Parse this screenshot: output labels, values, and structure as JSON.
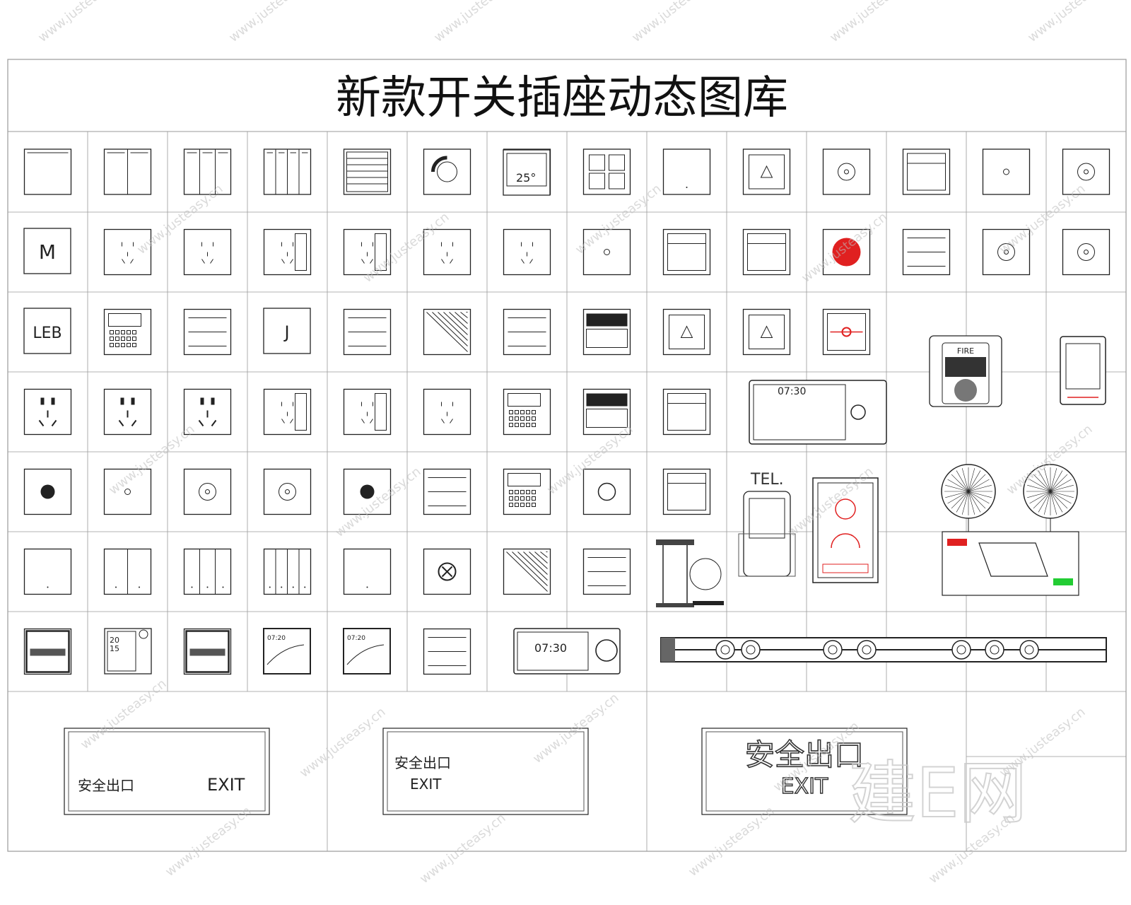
{
  "title": "新款开关插座动态图库",
  "device_labels": {
    "m_button": "M",
    "leb_button": "LEB",
    "j_button": "J",
    "temp_display": "25°",
    "tel_label": "TEL.",
    "fire_label": "FIRE",
    "clock_a": "07:30",
    "clock_b": "07:30",
    "date_a": "20",
    "date_b": "15",
    "small_clock_a": "07:20",
    "small_clock_b": "07:20"
  },
  "exit_signs": [
    {
      "cn": "安全出口",
      "en": "EXIT"
    },
    {
      "cn": "安全出口",
      "en": "EXIT"
    },
    {
      "cn": "安全出口",
      "en": "EXIT"
    }
  ],
  "watermark": {
    "text": "www.justeasy.cn",
    "logo": "建E网"
  },
  "colors": {
    "line": "#222222",
    "grid": "#9a9a9a",
    "red": "#e02020",
    "green": "#22cc33",
    "sign_fill": "#7a7a7a",
    "watermark": "#bdbdbd"
  }
}
